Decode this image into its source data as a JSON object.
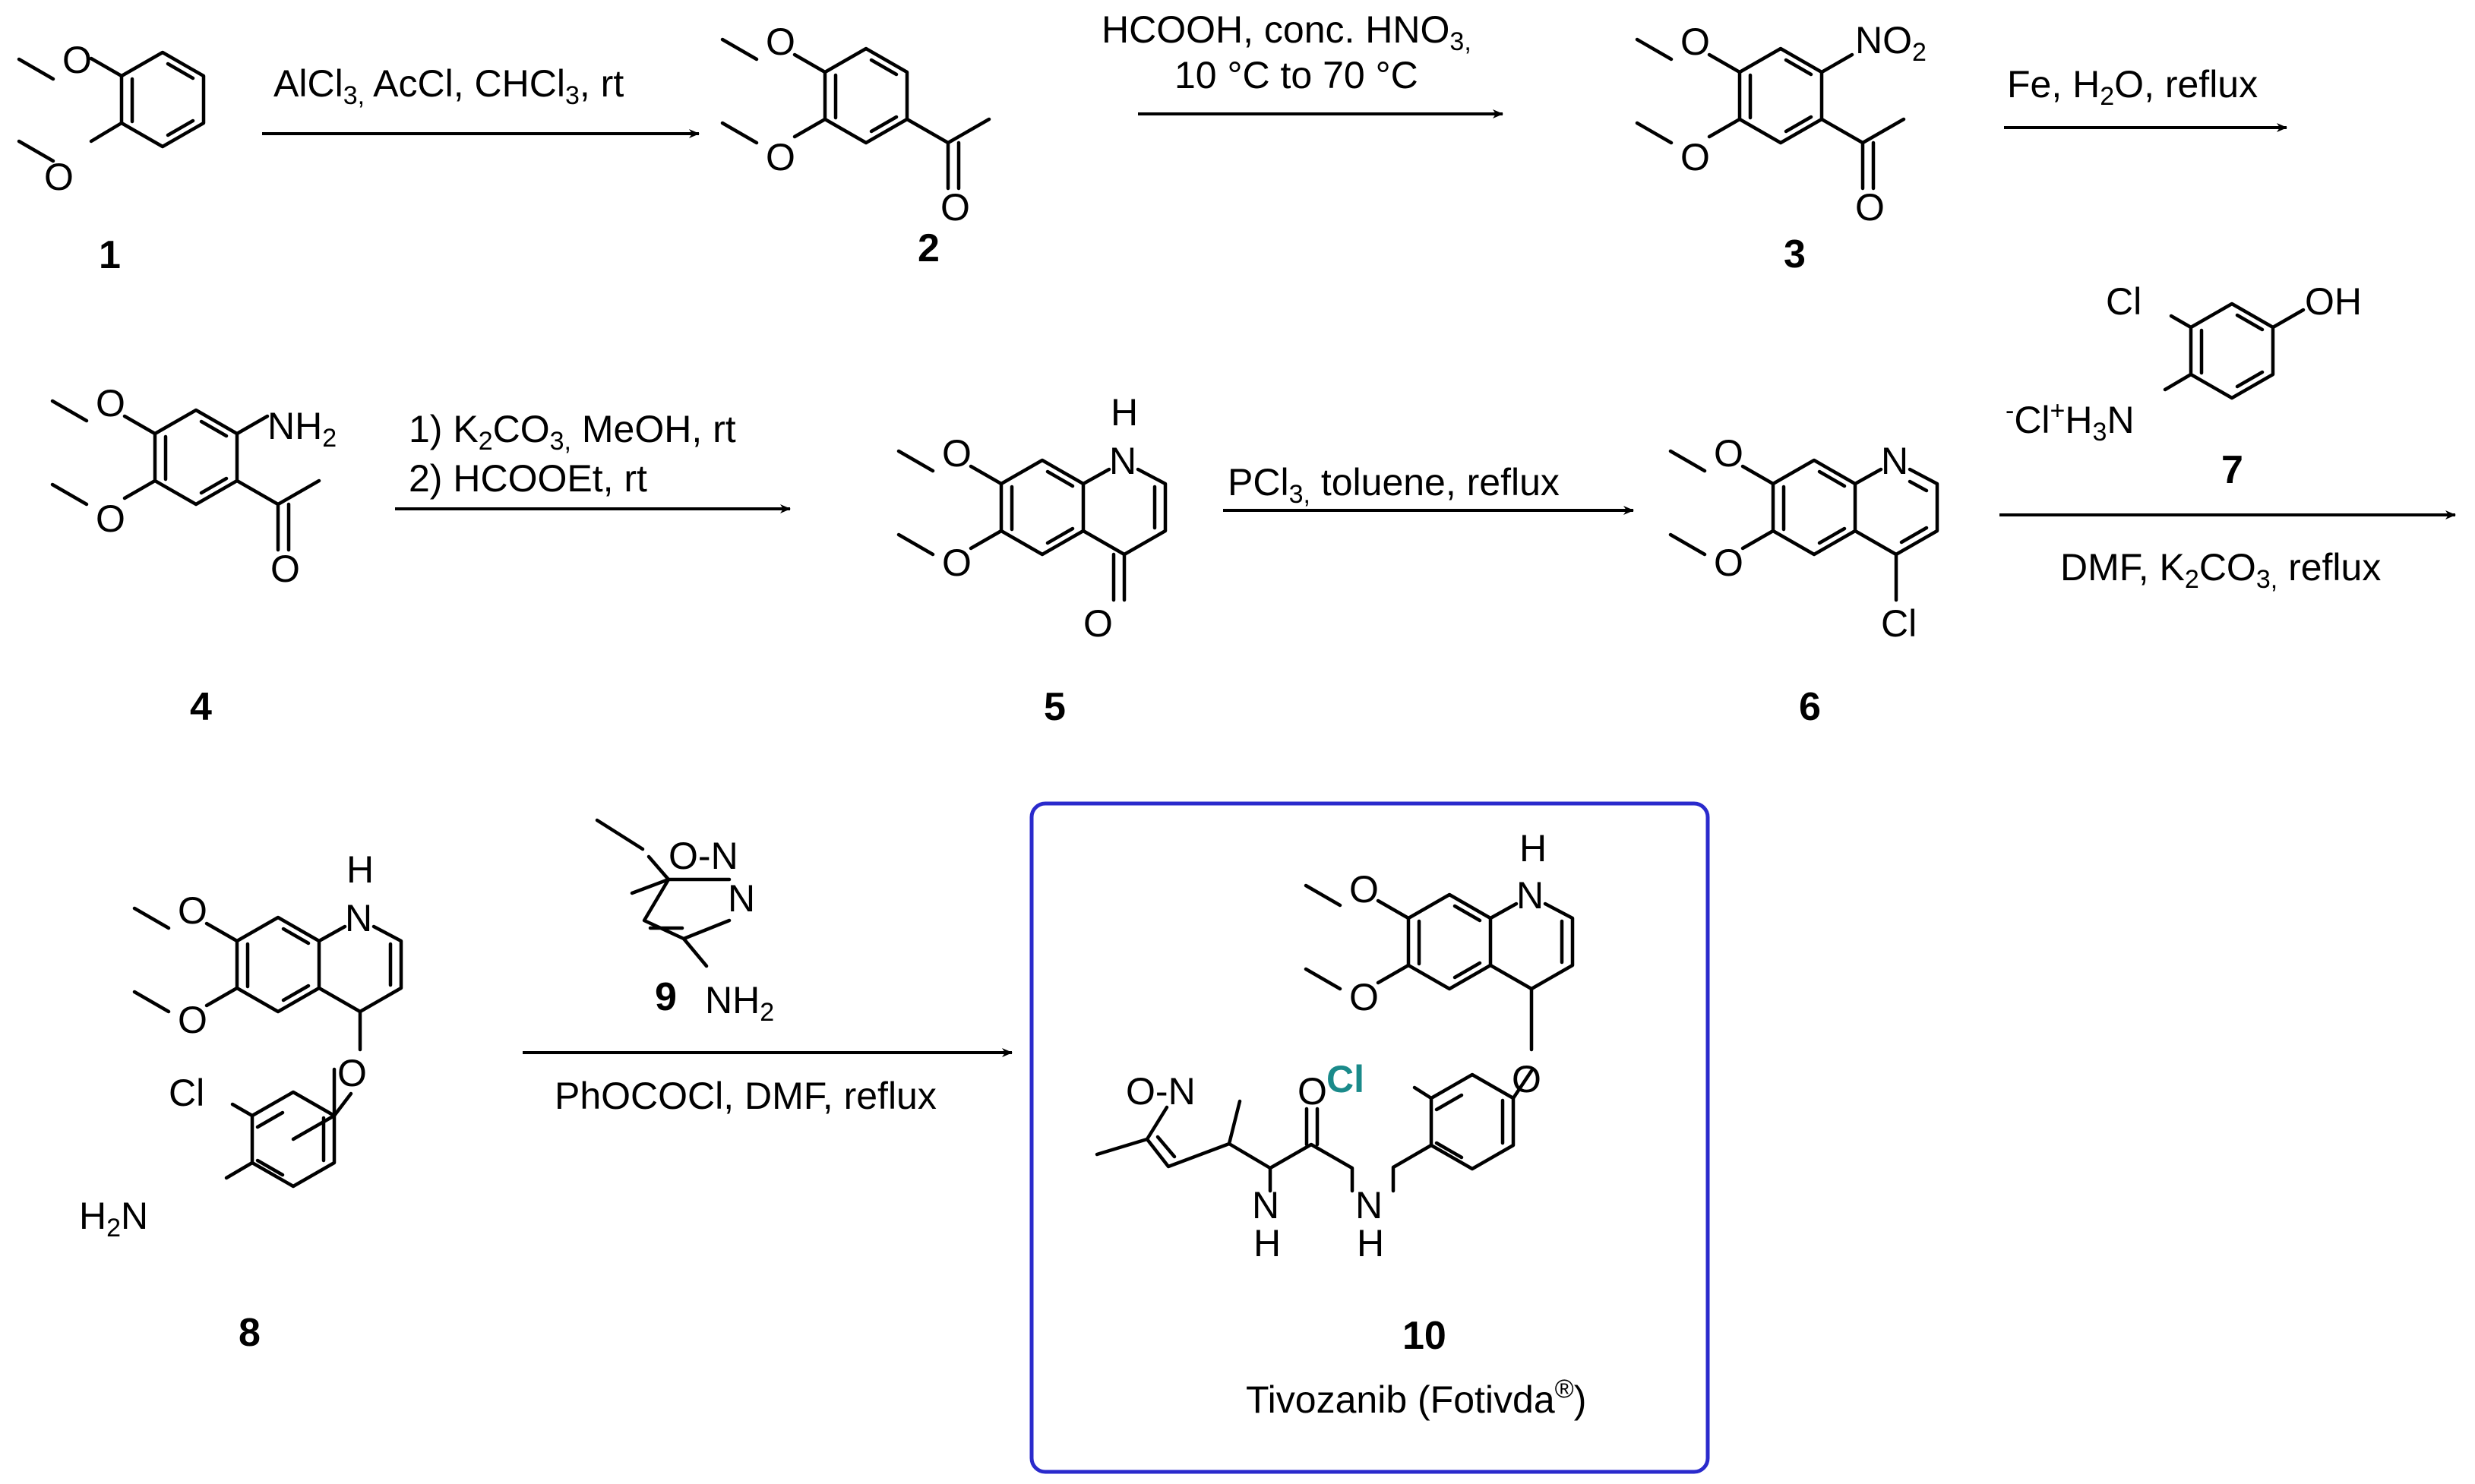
{
  "compounds": {
    "c1": "1",
    "c2": "2",
    "c3": "3",
    "c4": "4",
    "c5": "5",
    "c6": "6",
    "c7": "7",
    "c8": "8",
    "c9": "9",
    "c10": "10"
  },
  "atoms": {
    "O": "O",
    "N": "N",
    "H": "H",
    "Cl": "Cl",
    "NO2_main": "NO",
    "NO2_sub": "2",
    "NH2_main": "NH",
    "NH2_sub": "2",
    "H2N_main": "H",
    "H2N_sub": "2",
    "H2N_tail": "N",
    "OH": "OH",
    "clminus_sup": "-",
    "clminus_main": "Cl",
    "hplus_sup": "+",
    "h3n_main": "H",
    "h3n_sub": "3",
    "h3n_tail": "N"
  },
  "conditions": {
    "step1": {
      "p1": "AlCl",
      "s1": "3,",
      "p2": " AcCl, CHCl",
      "s2": "3",
      "p3": ", rt"
    },
    "step2_line1": {
      "p1": "HCOOH, conc. HNO",
      "s1": "3,"
    },
    "step2_line2": "10 °C to 70 °C",
    "step3": {
      "p1": "Fe, H",
      "s1": "2",
      "p2": "O, reflux"
    },
    "step4_line1": {
      "p1": "1) K",
      "s1": "2",
      "p2": "CO",
      "s2": "3,",
      "p3": " MeOH, rt"
    },
    "step4_line2": "2) HCOOEt, rt",
    "step5": {
      "p1": "PCl",
      "s1": "3,",
      "p2": " toluene, reflux"
    },
    "step6": {
      "p1": "DMF,  K",
      "s1": "2",
      "p2": "CO",
      "s2": "3,",
      "p3": " reflux"
    },
    "step7": "PhOCOCl, DMF,  reflux"
  },
  "product": {
    "name_prefix": "Tivozanib (Fotivda",
    "name_sup": "®",
    "name_suffix": ")"
  },
  "colors": {
    "box": "#2a2acc",
    "highlight_cl": "#1a8a8a"
  }
}
